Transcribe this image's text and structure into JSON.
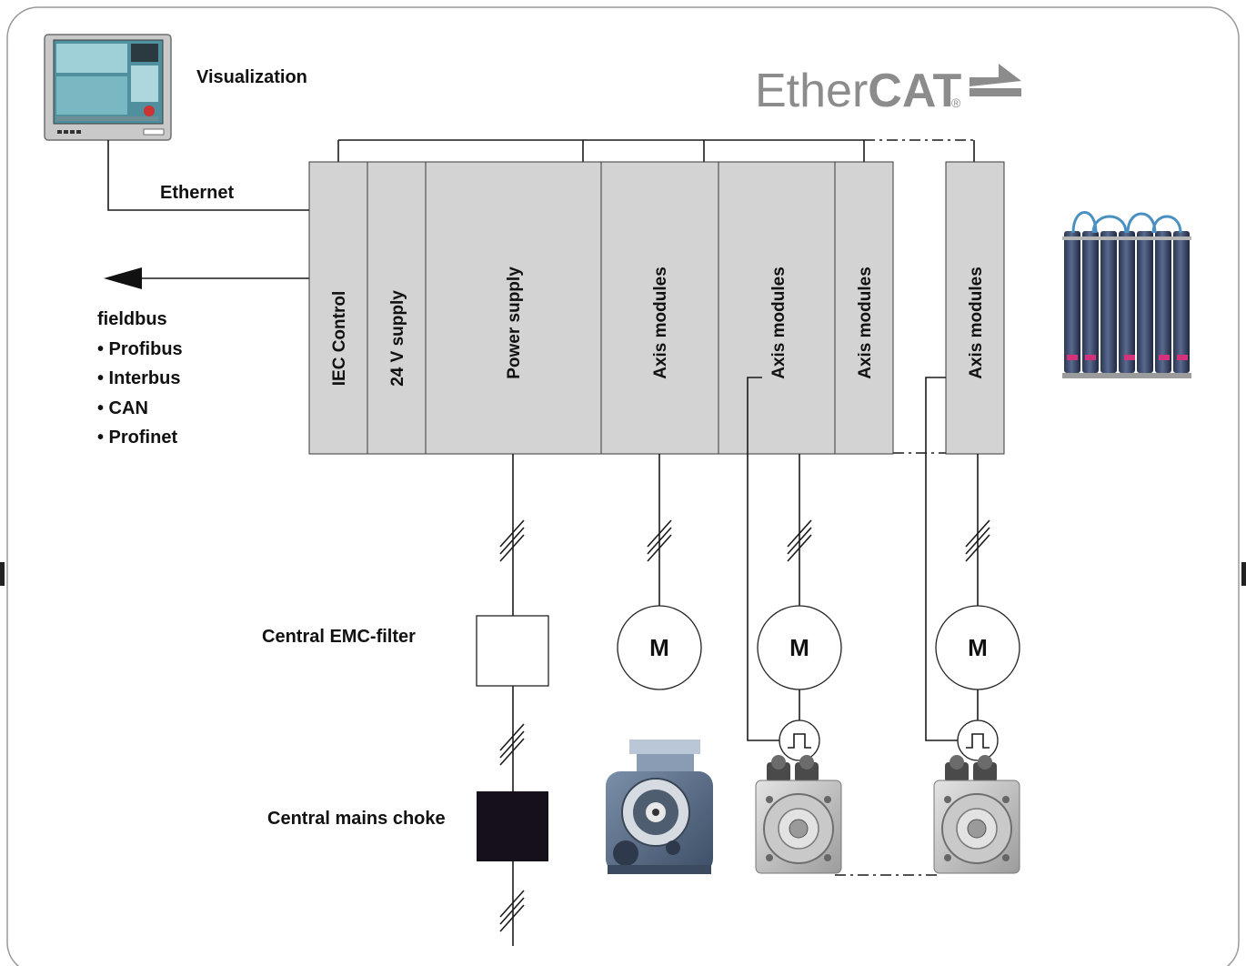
{
  "logo": {
    "text_light": "Ether",
    "text_bold": "CAT",
    "registered": "®"
  },
  "labels": {
    "visualization": "Visualization",
    "ethernet": "Ethernet",
    "fieldbus_title": "fieldbus",
    "fieldbus_items": [
      "• Profibus",
      "• Interbus",
      "• CAN",
      "• Profinet"
    ],
    "emc_filter": "Central EMC-filter",
    "mains_choke": "Central mains choke"
  },
  "modules": [
    "IEC Control",
    "24 V supply",
    "Power supply",
    "Axis modules",
    "Axis modules",
    "Axis modules",
    "Axis modules"
  ],
  "motor_symbol": "M",
  "colors": {
    "module_fill": "#d3d3d3",
    "choke_fill": "#151019",
    "logo_grey": "#8c8c8c",
    "frame": "#9a9a9a"
  }
}
